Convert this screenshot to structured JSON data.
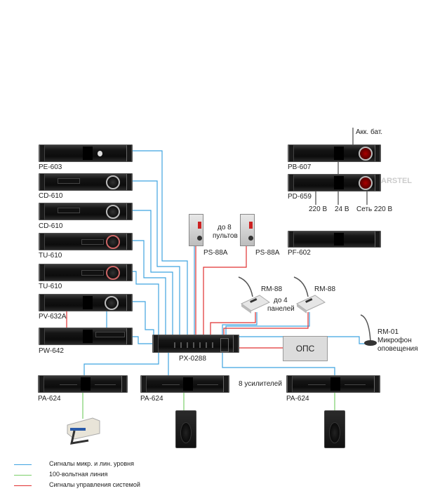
{
  "diagram": {
    "type": "public-address-system-wiring",
    "colors": {
      "mic_line": "#3fa3e0",
      "speaker_100v": "#7ccf6a",
      "control": "#e03030",
      "rack_dark": "#111111"
    },
    "devices": {
      "pe603": {
        "label": "PE-603"
      },
      "cd610a": {
        "label": "CD-610"
      },
      "cd610b": {
        "label": "CD-610"
      },
      "tu610a": {
        "label": "TU-610"
      },
      "tu610b": {
        "label": "TU-610"
      },
      "pv632a": {
        "label": "PV-632A"
      },
      "pw642": {
        "label": "PW-642"
      },
      "px0288": {
        "label": "PX-0288"
      },
      "pb607": {
        "label": "PB-607"
      },
      "pd659": {
        "label": "PD-659"
      },
      "pf602": {
        "label": "PF-602"
      },
      "ps88a_1": {
        "label": "PS-88A"
      },
      "ps88a_2": {
        "label": "PS-88A"
      },
      "rm88_1": {
        "label": "RM-88"
      },
      "rm88_2": {
        "label": "RM-88"
      },
      "rm01": {
        "label": "RM-01",
        "desc_line1": "Микрофон",
        "desc_line2": "оповещения"
      },
      "ops": {
        "label": "ОПС"
      },
      "pa624_1": {
        "label": "PA-624"
      },
      "pa624_2": {
        "label": "PA-624"
      },
      "pa624_3": {
        "label": "PA-624"
      }
    },
    "annotations": {
      "akk_bat": "Акк. бат.",
      "v220": "220 В",
      "v24": "24 В",
      "mains220": "Сеть 220 В",
      "up_to_8_line1": "до 8",
      "up_to_8_line2": "пультов",
      "up_to_4_line1": "до 4",
      "up_to_4_line2": "панелей",
      "eight_amps": "8 усилителей",
      "brand_watermark": "ARSTEL"
    },
    "legend": [
      {
        "label": "Сигналы микр. и лин. уровня",
        "color": "#3fa3e0"
      },
      {
        "label": "100-вольтная линия",
        "color": "#7ccf6a"
      },
      {
        "label": "Сигналы управления системой",
        "color": "#e03030"
      }
    ]
  }
}
